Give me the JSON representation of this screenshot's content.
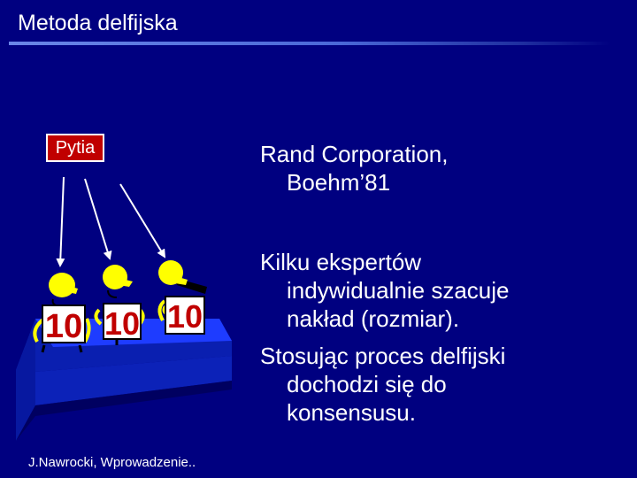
{
  "title": "Metoda delfijska",
  "pytia_label": "Pytia",
  "paragraphs": [
    {
      "line1": "Rand Corporation,",
      "line2": "Boehm’81"
    },
    {
      "line1": "Kilku ekspertów",
      "line2": "indywidualnie szacuje",
      "line3": "nakład (rozmiar)."
    },
    {
      "line1": "Stosując proces delfijski",
      "line2": "dochodzi się do",
      "line3": "konsensusu."
    }
  ],
  "footer": "J.Nawrocki, Wprowadzenie..",
  "cards": [
    "10",
    "10",
    "10"
  ],
  "colors": {
    "background": "#000080",
    "text": "#ffffff",
    "pytia_box": "#c00000",
    "table_top": "#1e3cff",
    "table_side": "#0a1fb0",
    "expert_head": "#ffff00",
    "card_digit": "#c00000"
  }
}
